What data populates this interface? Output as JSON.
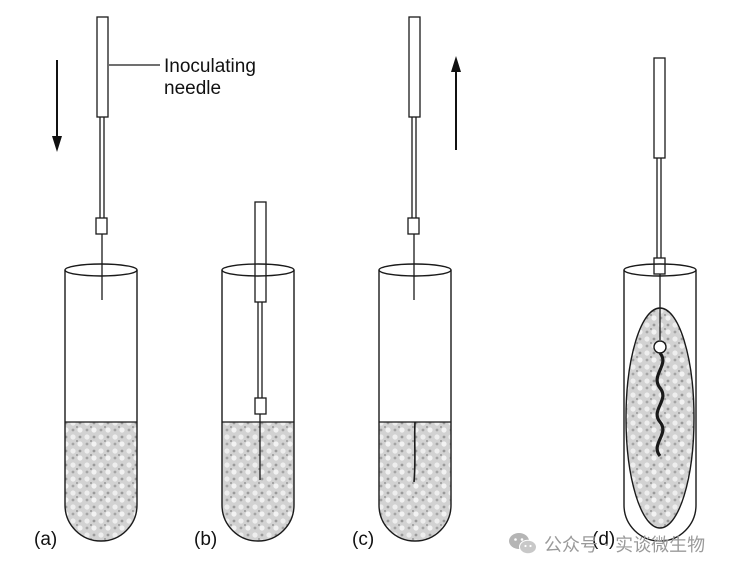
{
  "annotation": {
    "line1": "Inoculating",
    "line2": "needle"
  },
  "panels": [
    {
      "label": "(a)",
      "arrow": "down"
    },
    {
      "label": "(b)",
      "arrow": "none"
    },
    {
      "label": "(c)",
      "arrow": "up"
    },
    {
      "label": "(d)",
      "arrow": "none"
    }
  ],
  "watermark": {
    "text": "公众号 · 实谈微生物",
    "icon": "wechat-icon"
  },
  "colors": {
    "line": "#1a1a1a",
    "medium_fill": "#c9c9c9",
    "watermark": "#9a9a9a"
  }
}
